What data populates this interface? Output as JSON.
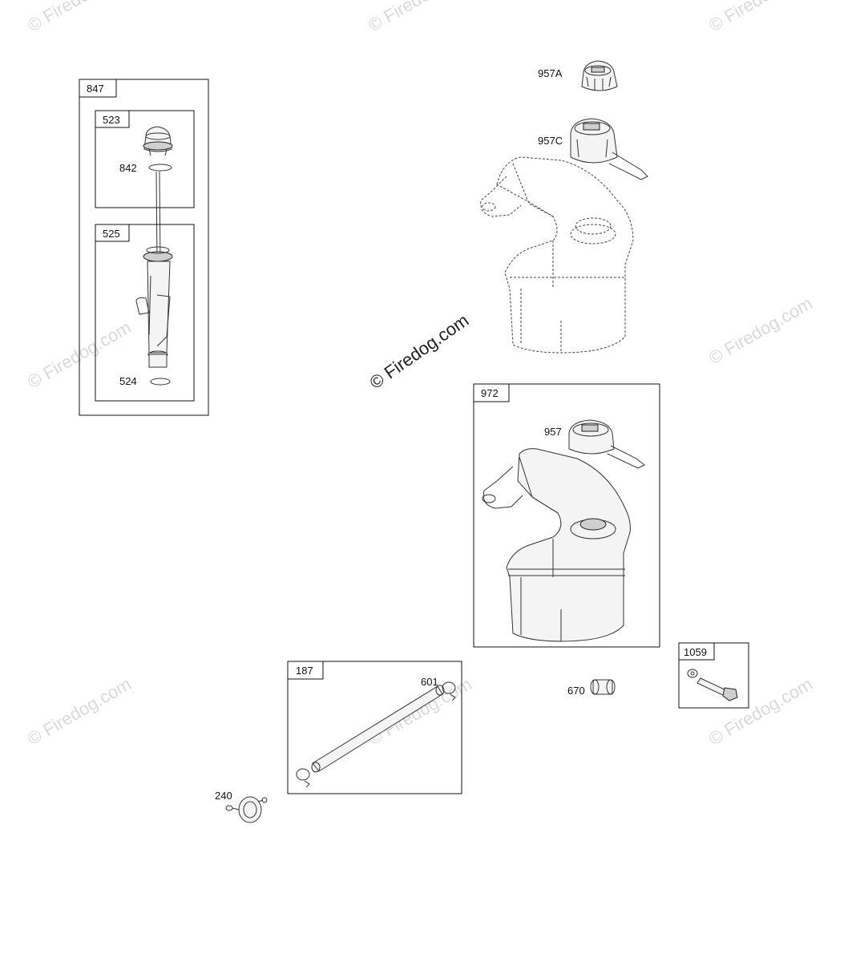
{
  "watermark": {
    "main_text": "© Firedog.com",
    "corner_text": "© Firedog.com"
  },
  "groups": [
    {
      "id": "847",
      "label": "847"
    },
    {
      "id": "523",
      "label": "523"
    },
    {
      "id": "525",
      "label": "525"
    },
    {
      "id": "972",
      "label": "972"
    },
    {
      "id": "187",
      "label": "187"
    },
    {
      "id": "1059",
      "label": "1059"
    }
  ],
  "callouts": [
    {
      "id": "842",
      "label": "842"
    },
    {
      "id": "524",
      "label": "524"
    },
    {
      "id": "957A",
      "label": "957A"
    },
    {
      "id": "957C",
      "label": "957C"
    },
    {
      "id": "957",
      "label": "957"
    },
    {
      "id": "601",
      "label": "601"
    },
    {
      "id": "670",
      "label": "670"
    },
    {
      "id": "240",
      "label": "240"
    }
  ]
}
